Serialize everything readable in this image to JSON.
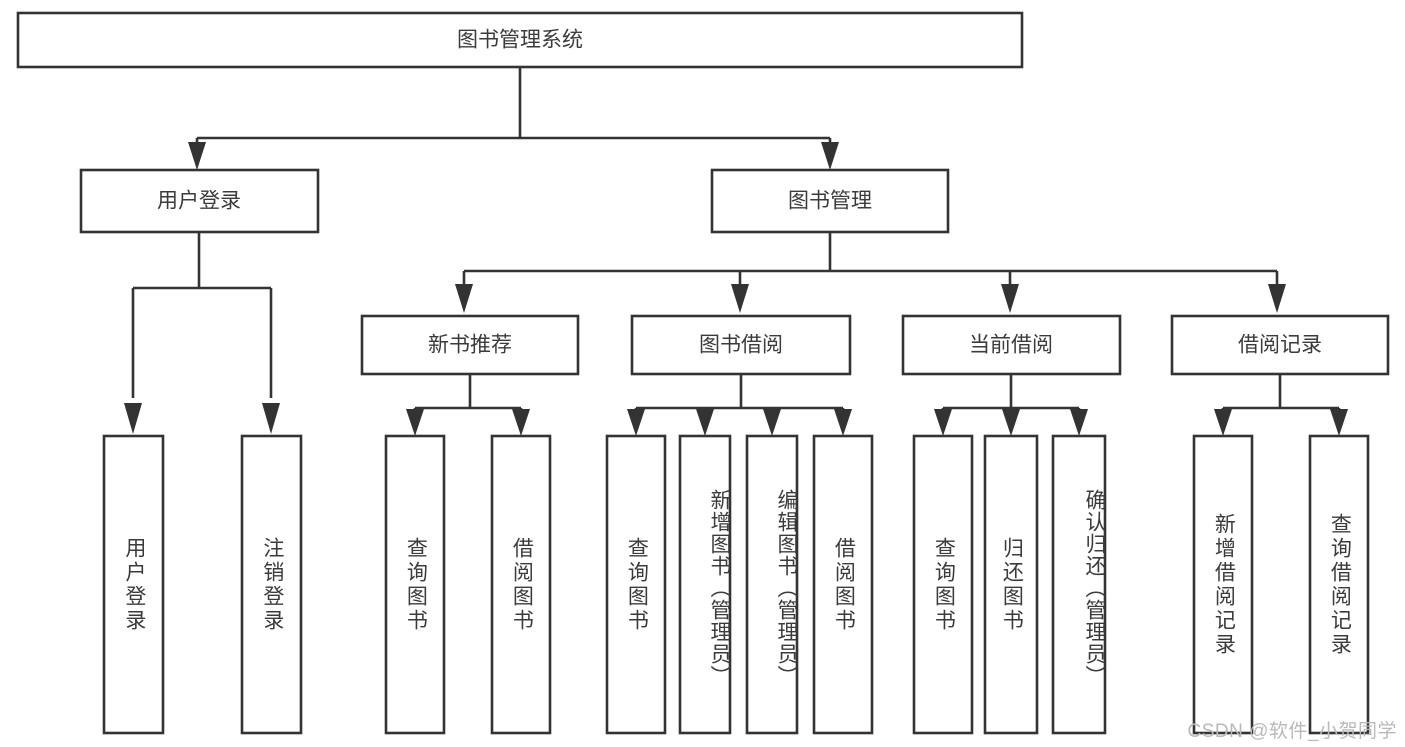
{
  "diagram": {
    "type": "tree-hierarchy",
    "title": "图书管理系统",
    "orientation": "top-down",
    "colors": {
      "box_stroke": "#333333",
      "box_fill": "#ffffff",
      "text": "#3b3b3b",
      "background": "#ffffff",
      "watermark": "#b9b9b9"
    },
    "root": {
      "label": "图书管理系统"
    },
    "level2": [
      {
        "label": "用户登录"
      },
      {
        "label": "图书管理"
      }
    ],
    "level3": [
      {
        "label": "新书推荐"
      },
      {
        "label": "图书借阅"
      },
      {
        "label": "当前借阅"
      },
      {
        "label": "借阅记录"
      }
    ],
    "leaves": {
      "user_login": [
        {
          "label": "用户登录"
        },
        {
          "label": "注销登录"
        }
      ],
      "new_book_recommend": [
        {
          "label": "查询图书"
        },
        {
          "label": "借阅图书"
        }
      ],
      "book_borrow": [
        {
          "label": "查询图书"
        },
        {
          "label": "新增图书（管理员）"
        },
        {
          "label": "编辑图书（管理员）"
        },
        {
          "label": "借阅图书"
        }
      ],
      "current_borrow": [
        {
          "label": "查询图书"
        },
        {
          "label": "归还图书"
        },
        {
          "label": "确认归还（管理员）"
        }
      ],
      "borrow_record": [
        {
          "label": "新增借阅记录"
        },
        {
          "label": "查询借阅记录"
        }
      ]
    }
  },
  "watermark": {
    "text": "CSDN @软件_小贺同学"
  }
}
